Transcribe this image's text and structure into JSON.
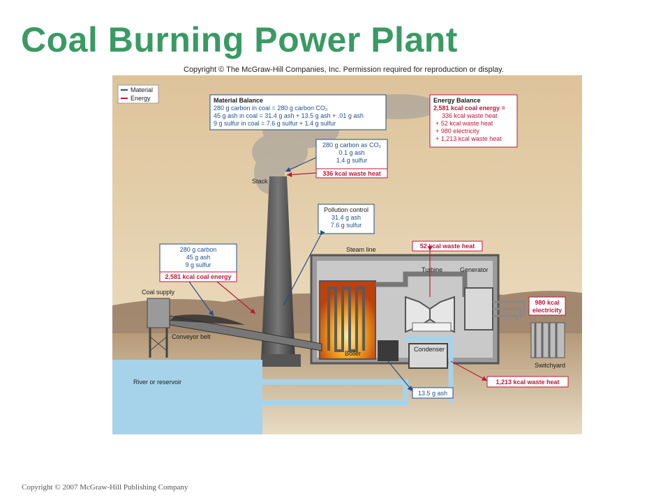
{
  "title": "Coal Burning Power Plant",
  "copyright_top": "Copyright © The McGraw-Hill Companies, Inc. Permission required for reproduction or display.",
  "copyright_bottom": "Copyright © 2007 McGraw-Hill Publishing Company",
  "legend": {
    "material": "Material",
    "energy": "Energy"
  },
  "colors": {
    "title": "#3a9a63",
    "material": "#1f4e8c",
    "energy": "#c0173a",
    "water": "#a7d3ea"
  },
  "material_balance": {
    "heading": "Material Balance",
    "lines": [
      "280 g carbon in coal = 280 g carbon CO₂",
      "45 g ash in coal = 31.4 g ash + 13.5 g ash + .01 g ash",
      "9 g sulfur in coal = 7.6 g sulfur + 1.4 g sulfur"
    ]
  },
  "energy_balance": {
    "heading": "Energy Balance",
    "first": "2,581 kcal coal energy =",
    "lines": [
      "336 kcal waste heat",
      "+ 52 kcal waste heat",
      "+ 980 electricity",
      "+ 1,213 kcal waste heat"
    ]
  },
  "stack_output": {
    "lines": [
      "280 g carbon as CO₂",
      "0.1 g ash",
      "1.4 g sulfur"
    ],
    "heat": "336 kcal waste heat"
  },
  "pollution_control": {
    "lines": [
      "Pollution control",
      "31.4 g ash",
      "7.6 g sulfur"
    ]
  },
  "coal_input": {
    "lines": [
      "280 g carbon",
      "45 g ash",
      "9 g sulfur"
    ],
    "energy": "2,581 kcal coal energy"
  },
  "labels": {
    "stack": "Stack",
    "steam_line": "Steam line",
    "turbine": "Turbine",
    "generator": "Generator",
    "coal_supply": "Coal supply",
    "conveyor_belt": "Conveyor belt",
    "boiler": "Boiler",
    "condenser": "Condenser",
    "switchyard": "Switchyard",
    "river": "River or reservoir"
  },
  "waste_heat_52": "52 kcal waste heat",
  "electricity": {
    "line1": "980 kcal",
    "line2": "electricity"
  },
  "waste_heat_1213": "1,213 kcal waste heat",
  "ash_13_5": "13.5 g ash"
}
